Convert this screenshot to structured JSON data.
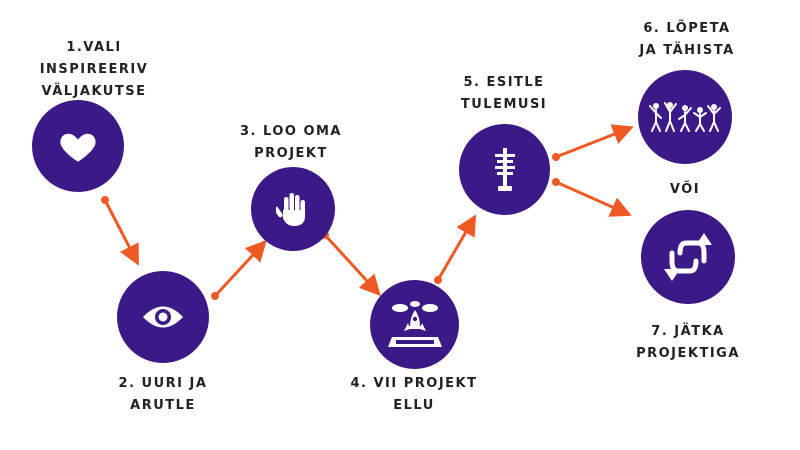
{
  "colors": {
    "circle": "#3b1a87",
    "arrow": "#ef5a24",
    "icon": "#ffffff",
    "text": "#222222"
  },
  "steps": [
    {
      "lines": [
        "1.VALI",
        "INSPIREERIV",
        "VÄLJAKUTSE"
      ],
      "icon": "heart-icon"
    },
    {
      "lines": [
        "2. UURI JA",
        "ARUTLE"
      ],
      "icon": "eye-icon"
    },
    {
      "lines": [
        "3. LOO OMA",
        "PROJEKT"
      ],
      "icon": "hand-icon"
    },
    {
      "lines": [
        "4. VII PROJEKT",
        "ELLU"
      ],
      "icon": "rocket-launch-icon"
    },
    {
      "lines": [
        "5. ESITLE",
        "TULEMUSI"
      ],
      "icon": "antenna-tower-icon"
    },
    {
      "lines": [
        "6. LÕPETA",
        "JA TÄHISTA"
      ],
      "icon": "celebrating-people-icon"
    },
    {
      "lines": [
        "7. JÄTKA",
        "PROJEKTIGA"
      ],
      "icon": "repeat-cycle-icon"
    }
  ],
  "or_label": "VÕI"
}
